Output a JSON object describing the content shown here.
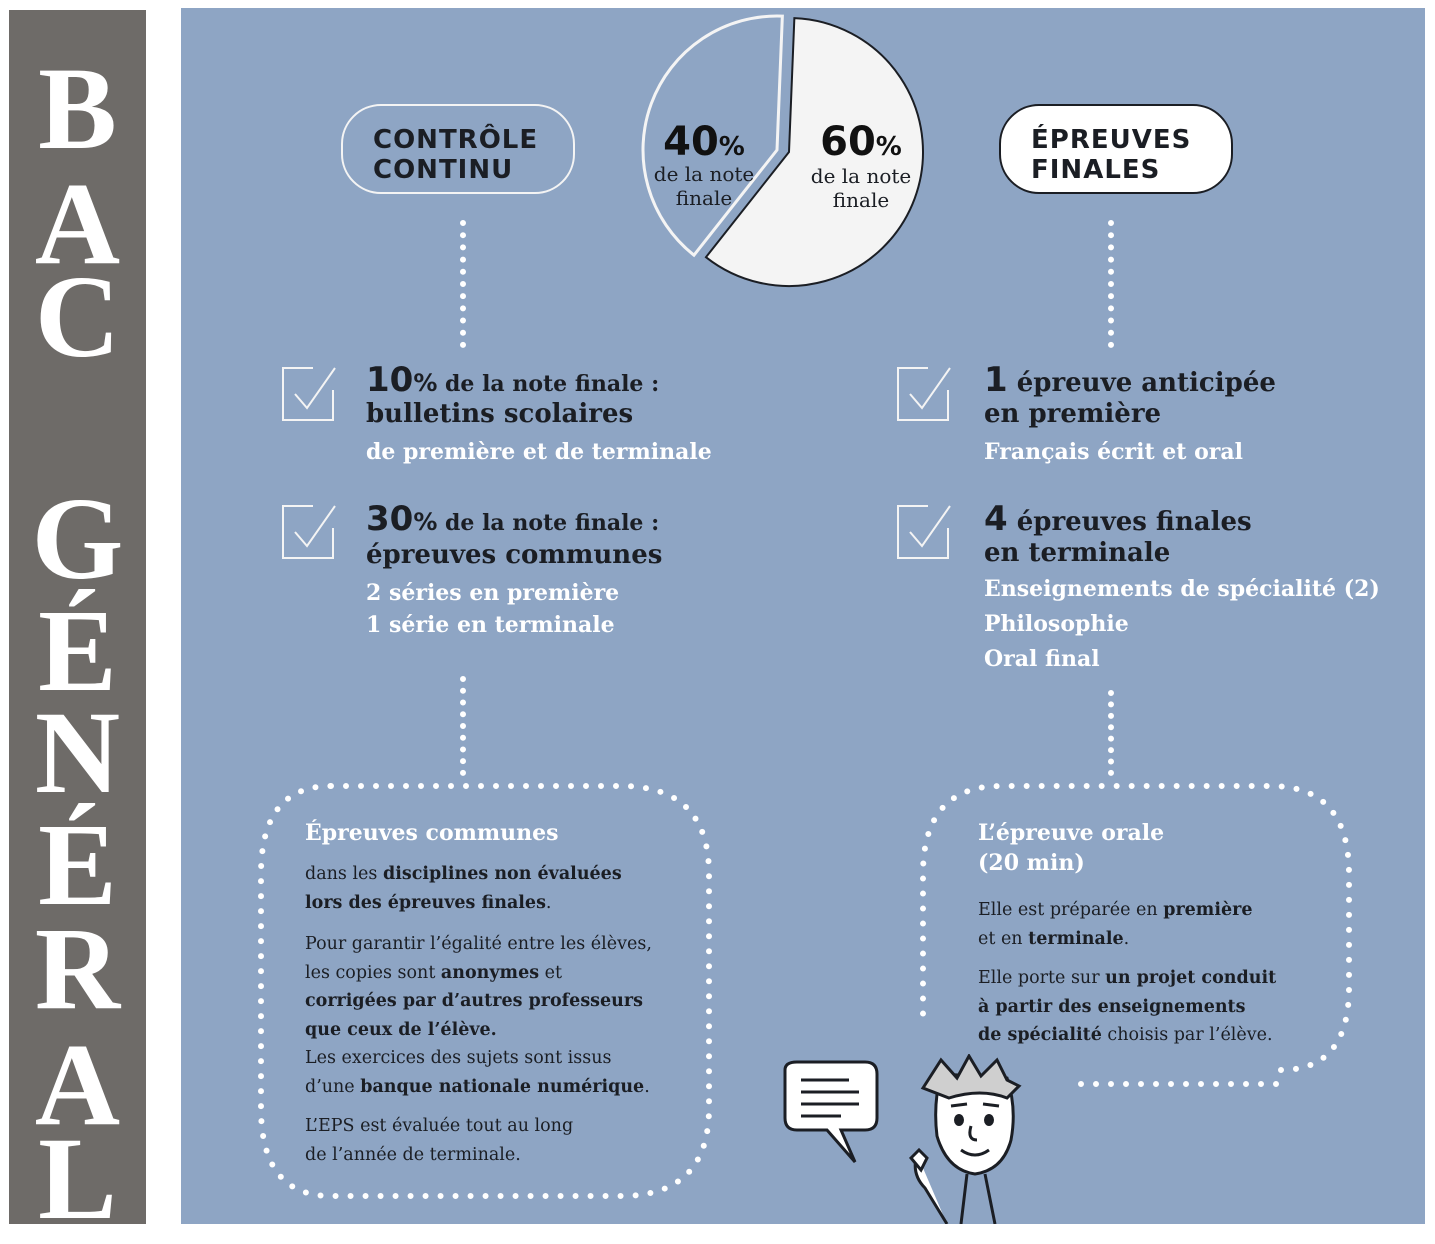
{
  "sidebar": {
    "letters": [
      "B",
      "A",
      "C",
      "G",
      "É",
      "N",
      "É",
      "R",
      "A",
      "L"
    ]
  },
  "colors": {
    "sidebar": "#6e6b68",
    "panel": "#8ea5c4",
    "pie_light": "#f4f4f4",
    "ink": "#1b1e24",
    "white_text": "#ffffff"
  },
  "left_pill": {
    "line1": "CONTRÔLE",
    "line2": "CONTINU"
  },
  "right_pill": {
    "line1": "ÉPREUVES",
    "line2": "FINALES"
  },
  "pie": {
    "left": {
      "value": 40,
      "number": "40",
      "unit": "%",
      "line1": "de la note",
      "line2": "finale"
    },
    "right": {
      "value": 60,
      "number": "60",
      "unit": "%",
      "line1": "de la note",
      "line2": "finale"
    }
  },
  "left_items": [
    {
      "number": "10",
      "unit": "%",
      "label": " de la note finale :",
      "title": "bulletins scolaires",
      "sub": [
        "de première et de terminale"
      ],
      "icon": "checkbox-icon"
    },
    {
      "number": "30",
      "unit": "%",
      "label": " de la note finale :",
      "title": "épreuves communes",
      "sub": [
        "2 séries en première",
        "1 série en terminale"
      ],
      "icon": "checkbox-icon"
    }
  ],
  "right_items": [
    {
      "number": "1",
      "label": " épreuve anticipée",
      "title": "en première",
      "sub": [
        "Français écrit et oral"
      ],
      "icon": "checkbox-icon"
    },
    {
      "number": "4",
      "label": " épreuves finales",
      "title": "en terminale",
      "sub": [
        "Enseignements de spécialité (2)",
        "Philosophie",
        "Oral final"
      ],
      "icon": "checkbox-icon"
    }
  ],
  "left_box": {
    "title": "Épreuves communes",
    "p1": {
      "a": "dans les ",
      "b": "disciplines non évaluées",
      "c": "lors des épreuves finales",
      "d": "."
    },
    "p2": {
      "l1": "Pour garantir l’égalité entre les élèves,",
      "l2a": "les copies sont ",
      "l2b": "anonymes",
      "l2c": " et",
      "l3": "corrigées par d’autres professeurs",
      "l4": "que ceux de l’élève.",
      "l5": "Les exercices des sujets sont issus",
      "l6a": "d’une ",
      "l6b": "banque nationale numérique",
      "l6c": "."
    },
    "p3": {
      "l1": "L’EPS est évaluée tout au long",
      "l2": "de l’année de terminale."
    }
  },
  "right_box": {
    "title1": "L’épreuve orale",
    "title2": "(20 min)",
    "p1": {
      "a": "Elle est préparée en ",
      "b": "première",
      "c": "et en ",
      "d": "terminale",
      "e": "."
    },
    "p2": {
      "a": "Elle porte sur ",
      "b": "un projet conduit",
      "c": "à partir des enseignements",
      "d": "de spécialité",
      "e": " choisis par l’élève."
    }
  },
  "illustration": {
    "figure": "student-illustration",
    "bubble": "speech-bubble-icon"
  }
}
